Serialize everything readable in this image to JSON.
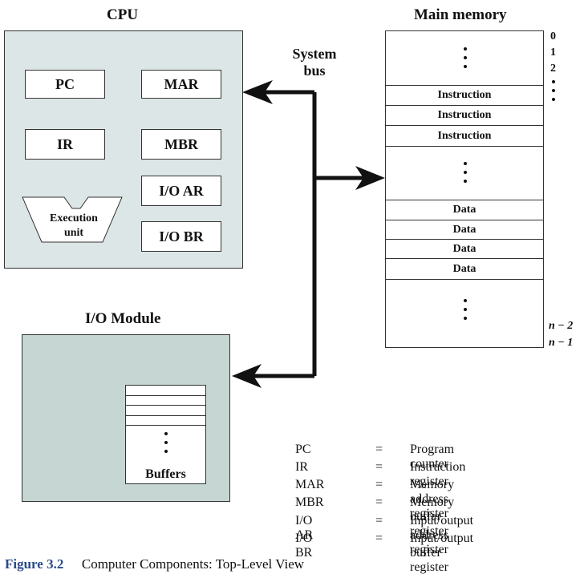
{
  "cpu": {
    "title": "CPU",
    "registers": [
      "PC",
      "MAR",
      "IR",
      "MBR",
      "I/O AR",
      "I/O BR"
    ],
    "execution_unit": [
      "Execution",
      "unit"
    ]
  },
  "system_bus": [
    "System",
    "bus"
  ],
  "main_memory": {
    "title": "Main memory",
    "cells": [
      "Instruction",
      "Instruction",
      "Instruction",
      "Data",
      "Data",
      "Data",
      "Data"
    ],
    "addresses_top": [
      "0",
      "1",
      "2"
    ],
    "addresses_bottom": [
      "n − 2",
      "n − 1"
    ]
  },
  "io_module": {
    "title": "I/O Module",
    "buffers_label": "Buffers"
  },
  "legend": [
    {
      "abbr": "PC",
      "eq": "=",
      "meaning": "Program counter"
    },
    {
      "abbr": "IR",
      "eq": "=",
      "meaning": "Instruction register"
    },
    {
      "abbr": "MAR",
      "eq": "=",
      "meaning": "Memory address register"
    },
    {
      "abbr": "MBR",
      "eq": "=",
      "meaning": "Memory buffer register"
    },
    {
      "abbr": "I/O AR",
      "eq": "=",
      "meaning": "Input/output address register"
    },
    {
      "abbr": "I/O BR",
      "eq": "=",
      "meaning": "Input/output buffer register"
    }
  ],
  "caption": {
    "label": "Figure 3.2",
    "text": "Computer Components: Top-Level View"
  },
  "colors": {
    "cpu_fill": "#dde6e6",
    "io_fill": "#c5d6d3",
    "caption_label": "#2a4a8a"
  }
}
